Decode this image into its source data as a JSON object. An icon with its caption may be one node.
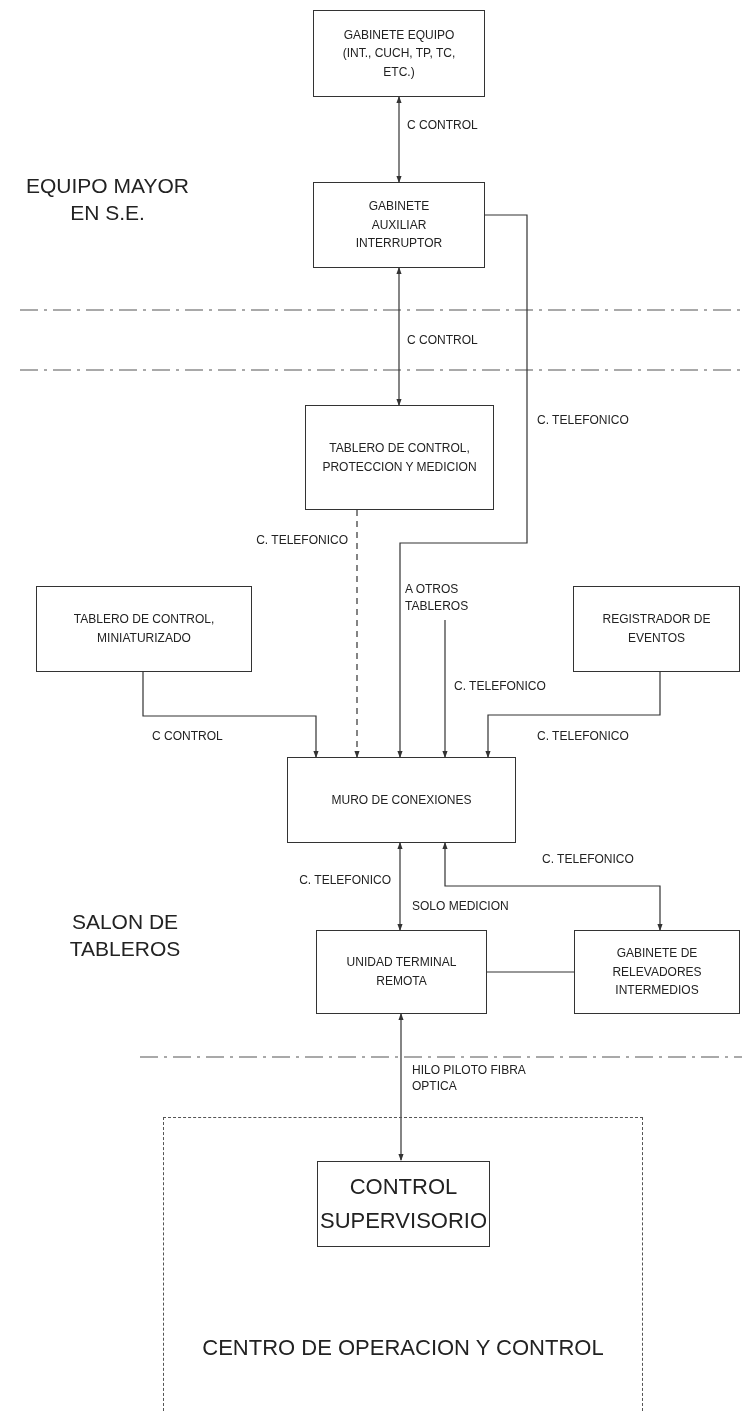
{
  "diagram": {
    "nodes": [
      {
        "text": [
          "GABINETE EQUIPO (INT., CUCH, TP, TC, ETC.)"
        ]
      },
      {
        "text": [
          "GABINETE AUXILIAR INTERRUPTOR"
        ]
      },
      {
        "text": [
          "TABLERO DE CONTROL, PROTECCION Y MEDICION"
        ]
      },
      {
        "text": [
          "TABLERO DE CONTROL, MINIATURIZADO"
        ]
      },
      {
        "text": [
          "A OTROS TABLEROS"
        ]
      },
      {
        "text": [
          "REGISTRADOR DE EVENTOS"
        ]
      },
      {
        "text": [
          "MURO DE CONEXIONES"
        ]
      },
      {
        "text": [
          "UNIDAD TERMINAL REMOTA"
        ]
      },
      {
        "text": [
          "GABINETE DE RELEVADORES INTERMEDIOS"
        ]
      },
      {
        "text": [
          "CENTRO DE OPERACION Y CONTROL"
        ]
      },
      {
        "text": [
          "CONTROL SUPERVISORIO"
        ],
        "in": 9
      }
    ],
    "edges": [
      {
        "from": 0,
        "to": 1,
        "arrow": "both",
        "label": "C CONTROL"
      },
      {
        "from": 1,
        "to": 2,
        "arrow": "both",
        "label": "C CONTROL"
      },
      {
        "from": 1,
        "to": 6,
        "arrow": "to",
        "label": "C. TELEFONICO"
      },
      {
        "from": 2,
        "to": 6,
        "arrow": "to",
        "label": "C. TELEFONICO",
        "style": "dashed"
      },
      {
        "from": 3,
        "to": 6,
        "arrow": "to",
        "label": "C CONTROL"
      },
      {
        "from": 4,
        "to": 6,
        "arrow": "to",
        "label": "C. TELEFONICO"
      },
      {
        "from": 5,
        "to": 6,
        "arrow": "to",
        "label": "C. TELEFONICO"
      },
      {
        "from": 6,
        "to": 7,
        "arrow": "both",
        "label": "C. TELEFONICO"
      },
      {
        "from": 6,
        "to": 8,
        "arrow": "both",
        "label": "C. TELEFONICO"
      },
      {
        "from": 7,
        "to": 8,
        "arrow": "none"
      },
      {
        "from": 7,
        "to": 10,
        "arrow": "both",
        "label": "HILO PILOTO FIBRA OPTICA"
      }
    ],
    "labels": [
      "EQUIPO MAYOR EN S.E.",
      "SOLO MEDICION",
      "SALON DE TABLEROS"
    ]
  }
}
